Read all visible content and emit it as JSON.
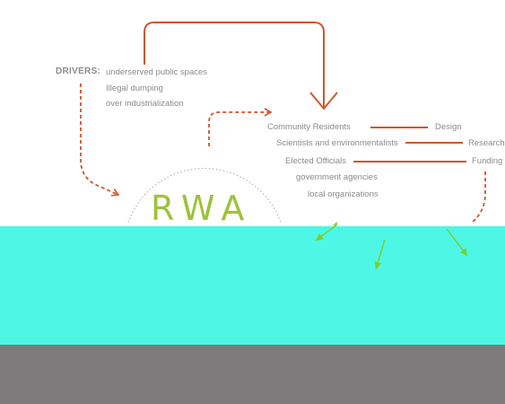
{
  "drivers": {
    "label": "DRIVERS:",
    "items": [
      "underserved public spaces",
      "Illegal dumping",
      "over industrialization"
    ]
  },
  "center": {
    "label": "RWA"
  },
  "stakeholders": [
    "Community Residents",
    "Scientists and environmentalists",
    "Elected Officials",
    "government agencies",
    "local organizations"
  ],
  "contributions": [
    "Design",
    "Research",
    "Funding"
  ],
  "colors": {
    "arrow": "#d0562b",
    "rwa_green": "#9bc33c",
    "green_arrow": "#7ccf24",
    "cyan_block": "#4ef6e6",
    "gray_block": "#7d7b7c"
  }
}
